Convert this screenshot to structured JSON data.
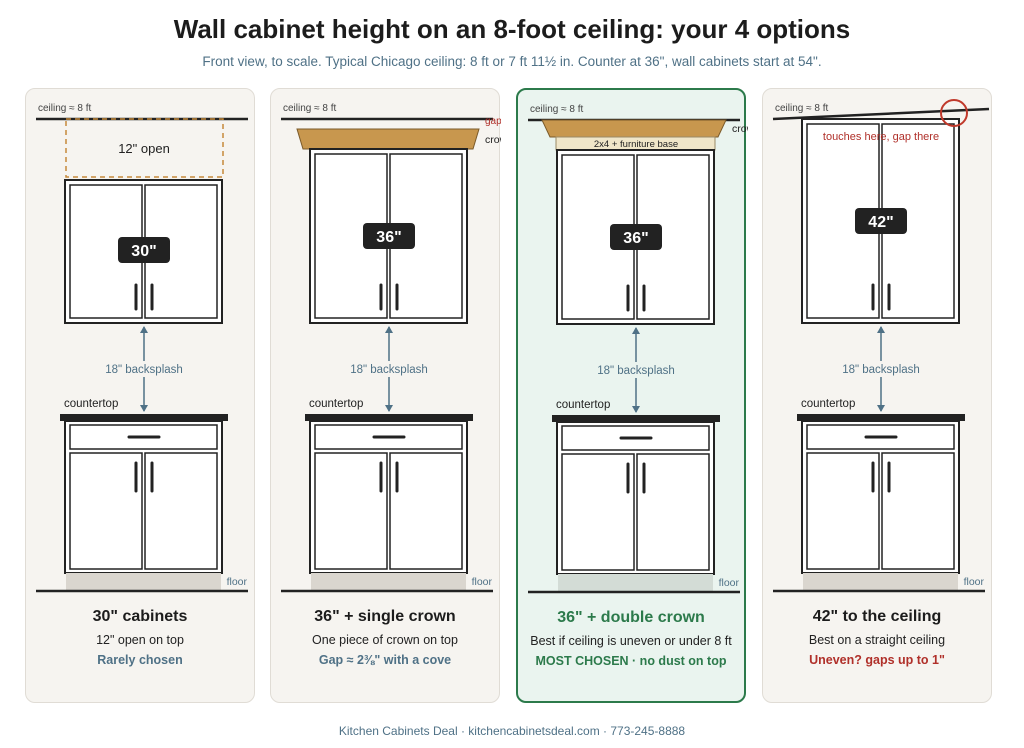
{
  "title": "Wall cabinet height on an 8-foot ceiling: your 4 options",
  "subtitle": "Front view, to scale. Typical Chicago ceiling: 8 ft or 7 ft 11½ in. Counter at 36\", wall cabinets start at 54\".",
  "labels": {
    "ceiling": "ceiling ≈ 8 ft",
    "backsplash": "18\" backsplash",
    "countertop": "countertop",
    "floor": "floor",
    "crown": "crown",
    "gap": "gap",
    "open12": "12\" open",
    "furniture_base": "2x4 + furniture base",
    "touches": "touches here, gap there"
  },
  "panels": [
    {
      "height_label": "30\"",
      "title": "30\" cabinets",
      "desc": "12\" open on top",
      "note": "Rarely chosen",
      "note_color": "#4f7186"
    },
    {
      "height_label": "36\"",
      "title": "36\" + single crown",
      "desc": "One piece of crown on top",
      "note": "Gap ≈ 2⅜\" with a cove",
      "note_color": "#4f7186"
    },
    {
      "height_label": "36\"",
      "title": "36\" + double crown",
      "desc": "Best if ceiling is uneven or under 8 ft",
      "note": "MOST CHOSEN · no dust on top",
      "note_color": "#2c7a4b"
    },
    {
      "height_label": "42\"",
      "title": "42\" to the ceiling",
      "desc": "Best on a straight ceiling",
      "note": "Uneven? gaps up to 1\"",
      "note_color": "#b0302a"
    }
  ],
  "footer": "Kitchen Cabinets Deal · kitchencabinetsdeal.com · 773-245-8888",
  "colors": {
    "accent_green": "#2c7a4b",
    "warning_red": "#b0302a",
    "label_blue": "#4f7186",
    "crown_wood": "#c8974e"
  }
}
